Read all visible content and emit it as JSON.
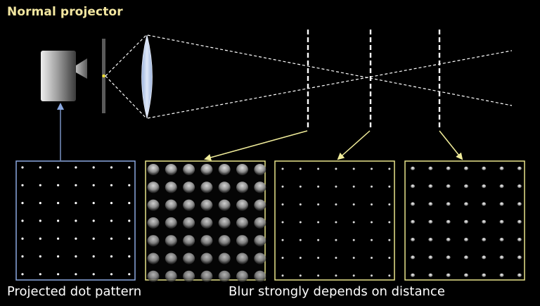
{
  "title": "Normal projector",
  "captions": {
    "left": "Projected dot pattern",
    "right": "Blur strongly depends on distance"
  },
  "colors": {
    "background": "#000000",
    "title": "#f2e6a0",
    "pattern_frame": "#8aa8e0",
    "blur_frame": "#e8e48a",
    "arrow_blue": "#8aa8e0",
    "arrow_yellow": "#f0ec9a",
    "lens": "#c8d8f4",
    "light_source": "#f0e030"
  },
  "panels": [
    {
      "id": "pattern",
      "label": "projected-pattern",
      "grid": 7,
      "blur": "none"
    },
    {
      "id": "near",
      "label": "blur-near",
      "grid": 7,
      "blur": "strong"
    },
    {
      "id": "focus",
      "label": "blur-focus",
      "grid": 7,
      "blur": "sharp"
    },
    {
      "id": "far",
      "label": "blur-far",
      "grid": 7,
      "blur": "medium"
    }
  ]
}
